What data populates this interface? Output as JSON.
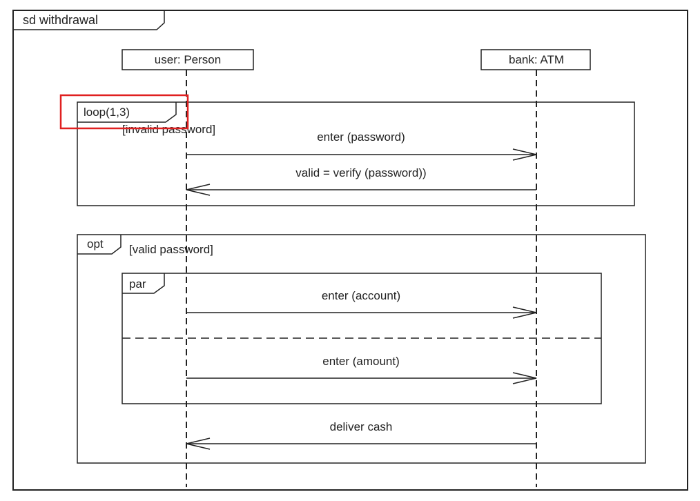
{
  "diagram": {
    "type": "UML sequence diagram",
    "frame_label": "sd withdrawal",
    "lifelines": [
      {
        "id": "user",
        "label": "user: Person"
      },
      {
        "id": "bank",
        "label": "bank: ATM"
      }
    ],
    "fragments": {
      "loop": {
        "operator": "loop(1,3)",
        "guard": "[invalid password]"
      },
      "opt": {
        "operator": "opt",
        "guard": "[valid password]"
      },
      "par": {
        "operator": "par"
      }
    },
    "messages": [
      {
        "label": "enter (password)",
        "from": "user",
        "to": "bank",
        "fragment": "loop"
      },
      {
        "label": "valid = verify (password))",
        "from": "bank",
        "to": "user",
        "fragment": "loop"
      },
      {
        "label": "enter (account)",
        "from": "user",
        "to": "bank",
        "fragment": "par-1"
      },
      {
        "label": "enter (amount)",
        "from": "user",
        "to": "bank",
        "fragment": "par-2"
      },
      {
        "label": "deliver cash",
        "from": "bank",
        "to": "user",
        "fragment": "opt"
      }
    ],
    "highlight": {
      "target": "loop-operator-tag",
      "color": "#e02020"
    },
    "colors": {
      "line": "#222222",
      "background": "#ffffff"
    }
  }
}
